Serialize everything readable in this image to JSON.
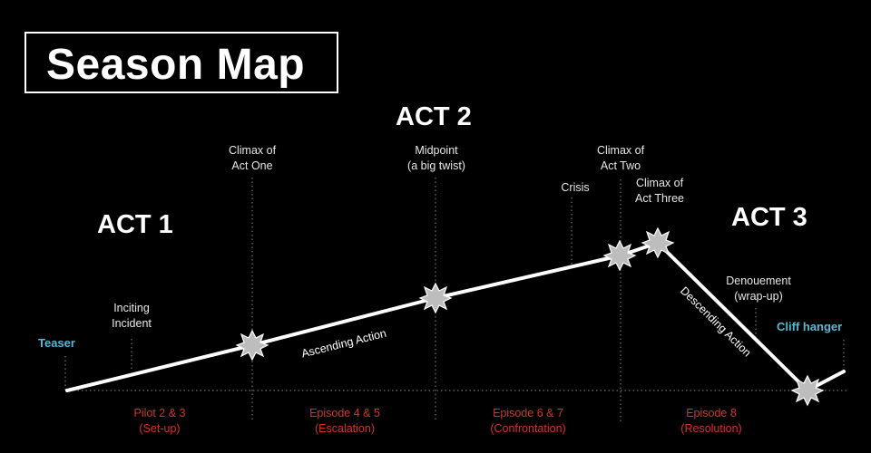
{
  "title": "Season Map",
  "acts": {
    "act1": "ACT 1",
    "act2": "ACT 2",
    "act3": "ACT 3"
  },
  "labels": {
    "teaser": "Teaser",
    "inciting_incident": "Inciting\nIncident",
    "climax_act_one": "Climax of\nAct One",
    "midpoint": "Midpoint\n(a big twist)",
    "crisis": "Crisis",
    "climax_act_two": "Climax of\nAct Two",
    "climax_act_three": "Climax of\nAct Three",
    "denouement": "Denouement\n(wrap-up)",
    "cliff_hanger": "Cliff hanger",
    "ascending_action": "Ascending Action",
    "descending_action": "Descending Action"
  },
  "episodes": [
    "Pilot 2 & 3\n(Set-up)",
    "Episode 4 & 5\n(Escalation)",
    "Episode 6 & 7\n(Confrontation)",
    "Episode 8\n(Resolution)"
  ],
  "colors": {
    "accent_blue": "#5bb8d4",
    "episode_red": "#d6322a"
  }
}
